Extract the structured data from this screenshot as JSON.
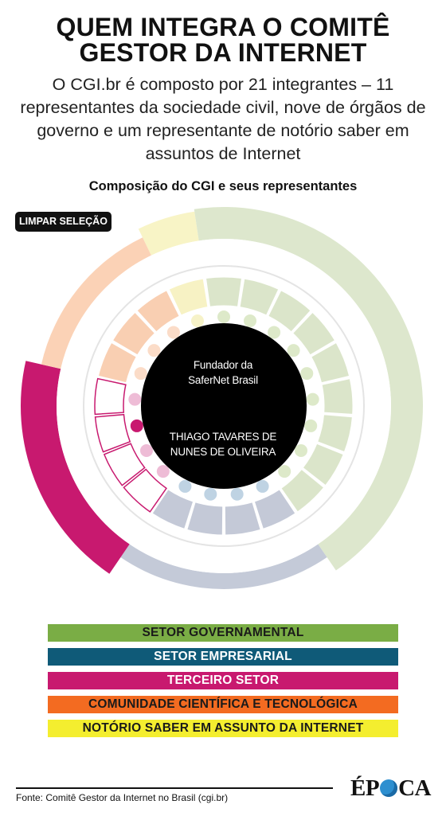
{
  "header": {
    "title_line1": "QUEM INTEGRA O COMITÊ",
    "title_line2": "GESTOR DA INTERNET",
    "subtitle": "O CGI.br é composto por 21 integrantes – 11 representantes da sociedade civil, nove de órgãos de governo e um representante de notório saber em assuntos de Internet"
  },
  "chart_title": "Composição do CGI e seus representantes",
  "clear_button": "LIMPAR SELEÇÃO",
  "center": {
    "role": "Fundador da SaferNet Brasil",
    "role_line1": "Fundador da",
    "role_line2": "SaferNet Brasil",
    "name_line1": "THIAGO TAVARES DE",
    "name_line2": "NUNES DE OLIVEIRA"
  },
  "colors": {
    "governo": "#7aad45",
    "empresarial": "#0f5a78",
    "terceiro": "#c8196f",
    "cientifica": "#f36b21",
    "notorio": "#f4ee2f",
    "center": "#000000"
  },
  "chart_data": {
    "type": "pie",
    "total": 21,
    "categories": [
      "SETOR GOVERNAMENTAL",
      "SETOR EMPRESARIAL",
      "TERCEIRO SETOR",
      "COMUNIDADE CIENTÍFICA E TECNOLÓGICA",
      "NOTÓRIO SABER EM ASSUNTO DA INTERNET"
    ],
    "values": [
      9,
      4,
      4,
      3,
      1
    ],
    "selected_category": "TERCEIRO SETOR",
    "selected_member": 2
  },
  "legend": [
    {
      "label": "SETOR GOVERNAMENTAL",
      "bg": "#7aad45",
      "fg": "#1a1a1a"
    },
    {
      "label": "SETOR EMPRESARIAL",
      "bg": "#0f5a78",
      "fg": "#ffffff"
    },
    {
      "label": "TERCEIRO SETOR",
      "bg": "#c8196f",
      "fg": "#ffffff"
    },
    {
      "label": "COMUNIDADE CIENTÍFICA E TECNOLÓGICA",
      "bg": "#f36b21",
      "fg": "#1a1a1a"
    },
    {
      "label": "NOTÓRIO SABER EM ASSUNTO DA INTERNET",
      "bg": "#f4ee2f",
      "fg": "#1a1a1a"
    }
  ],
  "footer": {
    "source": "Fonte: Comitê Gestor da Internet no Brasil (cgi.br)",
    "logo_left": "ÉP",
    "logo_right": "CA"
  }
}
